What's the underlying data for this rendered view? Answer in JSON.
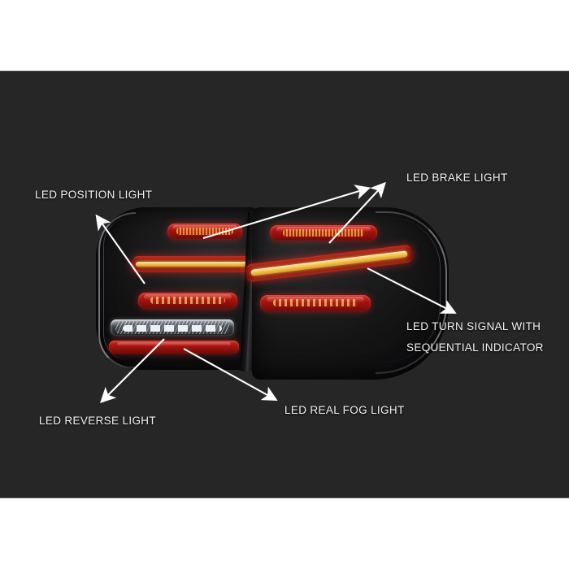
{
  "image": {
    "background_color": "#ffffff",
    "photo_background_color": "#262626",
    "subject": "automotive LED tail light assembly pair"
  },
  "annotations": [
    {
      "id": "led-position-light",
      "label": "LED POSITION LIGHT"
    },
    {
      "id": "led-brake-light",
      "label": "LED BRAKE LIGHT"
    },
    {
      "id": "led-turn-signal",
      "label_line1": "LED TURN SIGNAL WITH",
      "label_line2": "SEQUENTIAL INDICATOR"
    },
    {
      "id": "led-reverse-light",
      "label": "LED REVERSE LIGHT"
    },
    {
      "id": "led-real-fog-light",
      "label": "LED REAL FOG LIGHT"
    }
  ],
  "labels": {
    "position": "LED POSITION LIGHT",
    "brake": "LED BRAKE LIGHT",
    "turn_line1": "LED TURN SIGNAL WITH",
    "turn_line2": "SEQUENTIAL INDICATOR",
    "reverse": "LED REVERSE LIGHT",
    "fog": "LED REAL FOG LIGHT"
  },
  "colors": {
    "label_text": "#f2f2f2",
    "arrow": "#ffffff",
    "lamp_red": "#b8201a",
    "lamp_amber": "#f4c652",
    "lamp_clear": "#c9ccd2",
    "housing": "#121213"
  },
  "lamp_parts": {
    "left": [
      "brake-bar",
      "position-turn-strip",
      "tail-bar",
      "reverse-bar",
      "fog-bar"
    ],
    "right": [
      "brake-bar",
      "position-turn-strip",
      "tail-bar"
    ]
  }
}
